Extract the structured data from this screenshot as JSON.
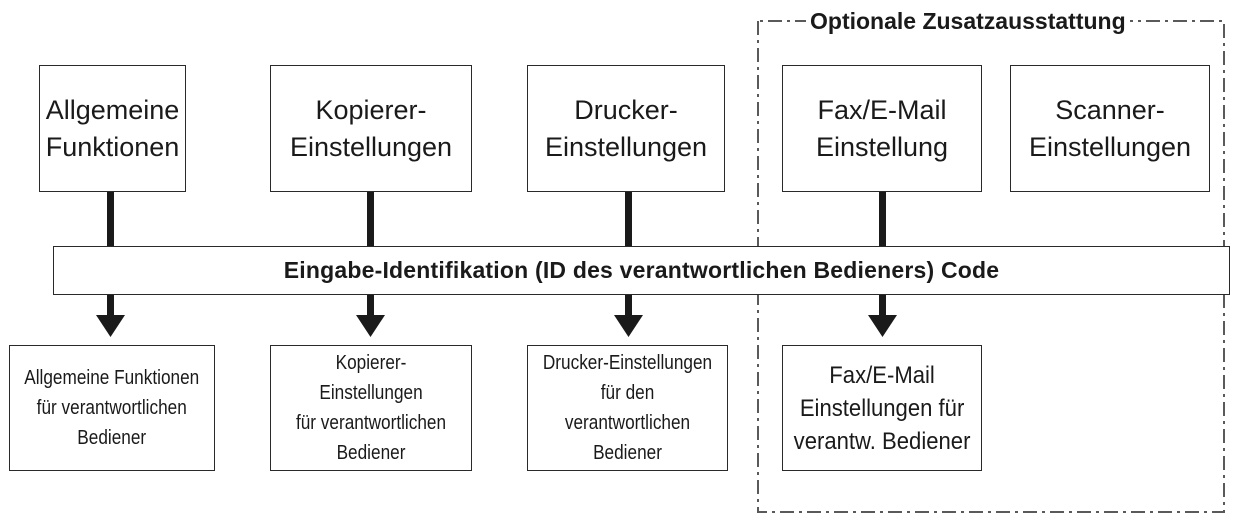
{
  "optional_group": {
    "label": "Optionale Zusatzausstattung"
  },
  "top_boxes": [
    {
      "label": "Allgemeine\nFunktionen"
    },
    {
      "label": "Kopierer-\nEinstellungen"
    },
    {
      "label": "Drucker-\nEinstellungen"
    },
    {
      "label": "Fax/E-Mail\nEinstellung"
    },
    {
      "label": "Scanner-\nEinstellungen"
    }
  ],
  "code_bar": {
    "label": "Eingabe-Identifikation (ID des verantwortlichen Bedieners) Code"
  },
  "bottom_boxes": [
    {
      "label": "Allgemeine Funktionen\nfür verantwortlichen\nBediener"
    },
    {
      "label": "Kopierer-Einstellungen\nfür verantwortlichen\nBediener"
    },
    {
      "label": "Drucker-Einstellungen\nfür den verantwortlichen\nBediener"
    },
    {
      "label": "Fax/E-Mail\nEinstellungen für\nverantw. Bediener"
    }
  ]
}
